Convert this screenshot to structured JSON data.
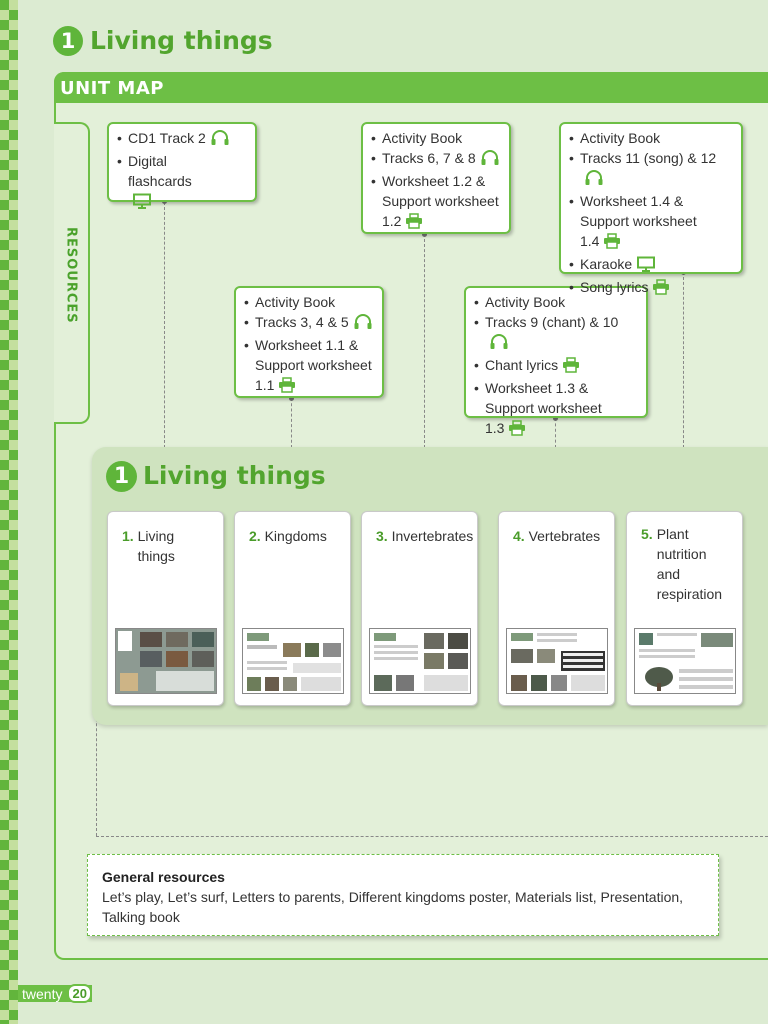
{
  "header": {
    "unit_number": "1",
    "title": "Living things"
  },
  "unit_map": {
    "label": "UNIT MAP"
  },
  "resources": {
    "label": "RESOURCES",
    "boxes": [
      {
        "items": [
          {
            "text": "CD1 Track 2",
            "icon": "headphones-icon"
          },
          {
            "text": "Digital flashcards",
            "icon": "monitor-icon"
          }
        ]
      },
      {
        "items": [
          {
            "text": "Activity Book",
            "icon": ""
          },
          {
            "text": "Tracks 3, 4 & 5",
            "icon": "headphones-icon"
          },
          {
            "text": "Worksheet 1.1 & Support worksheet 1.1",
            "icon": "printer-icon"
          }
        ]
      },
      {
        "items": [
          {
            "text": "Activity Book",
            "icon": ""
          },
          {
            "text": "Tracks 6, 7 & 8",
            "icon": "headphones-icon"
          },
          {
            "text": "Worksheet 1.2 & Support worksheet 1.2",
            "icon": "printer-icon"
          }
        ]
      },
      {
        "items": [
          {
            "text": "Activity Book",
            "icon": ""
          },
          {
            "text": "Tracks 9 (chant) & 10",
            "icon": "headphones-icon"
          },
          {
            "text": "Chant lyrics",
            "icon": "printer-icon"
          },
          {
            "text": "Worksheet 1.3 & Support worksheet 1.3",
            "icon": "printer-icon"
          }
        ]
      },
      {
        "items": [
          {
            "text": "Activity Book",
            "icon": ""
          },
          {
            "text": "Tracks 11 (song) & 12",
            "icon": "headphones-icon"
          },
          {
            "text": "Worksheet 1.4 & Support worksheet 1.4",
            "icon": "printer-icon"
          },
          {
            "text": "Karaoke",
            "icon": "monitor-icon"
          },
          {
            "text": "Song lyrics",
            "icon": "printer-icon"
          }
        ]
      }
    ]
  },
  "unit": {
    "number": "1",
    "title": "Living things",
    "lessons": [
      {
        "num": "1.",
        "title": "Living things"
      },
      {
        "num": "2.",
        "title": "Kingdoms"
      },
      {
        "num": "3.",
        "title": "Invertebrates"
      },
      {
        "num": "4.",
        "title": "Vertebrates"
      },
      {
        "num": "5.",
        "title": "Plant nutrition and respiration"
      }
    ]
  },
  "general_resources": {
    "heading": "General resources",
    "text": "Let’s play, Let’s surf, Letters to parents, Different kingdoms poster, Materials list, Presentation, Talking book"
  },
  "footer": {
    "page_word": "twenty",
    "page_number": "20"
  },
  "colors": {
    "accent": "#6dbf45",
    "title_green": "#52a52e",
    "panel": "#cfe3bf",
    "page_bg": "#dcebd2"
  }
}
